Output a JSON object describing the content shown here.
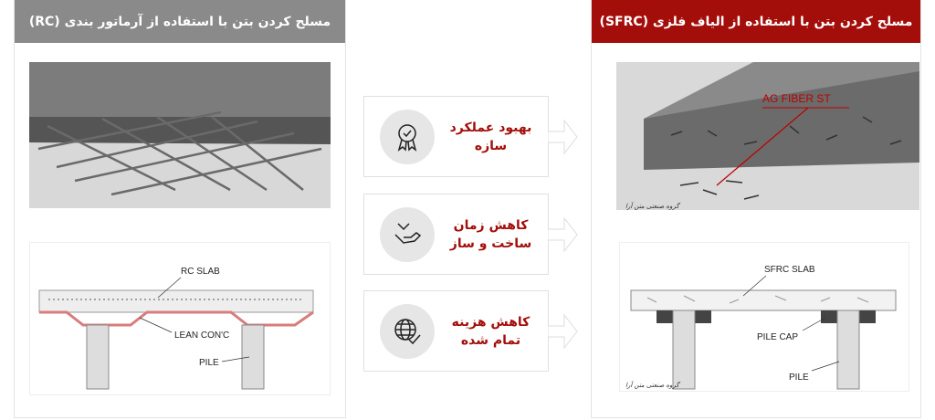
{
  "left_panel": {
    "title": "مسلح کردن بتن با استفاده از آرماتور بندی (RC)",
    "diagram_labels": {
      "slab": "RC SLAB",
      "lean": "LEAN CON'C",
      "pile": "PILE"
    }
  },
  "right_panel": {
    "title": "مسلح کردن بتن با استفاده از الیاف فلزی (SFRC)",
    "photo_label": "AG FIBER ST",
    "watermark": "گروه صنعتی متن آرا",
    "diagram_labels": {
      "slab": "SFRC SLAB",
      "pile_cap": "PILE CAP",
      "pile": "PILE"
    }
  },
  "benefits": [
    {
      "icon": "award-ribbon-icon",
      "line1": "بهبود عملکرد",
      "line2": "سازه"
    },
    {
      "icon": "hand-check-icon",
      "line1": "کاهش زمان",
      "line2": "ساخت و ساز"
    },
    {
      "icon": "globe-check-icon",
      "line1": "کاهش هزینه",
      "line2": "تمام شده"
    }
  ],
  "colors": {
    "accent": "#a30e0a",
    "gray_header": "#8a8a8a"
  }
}
